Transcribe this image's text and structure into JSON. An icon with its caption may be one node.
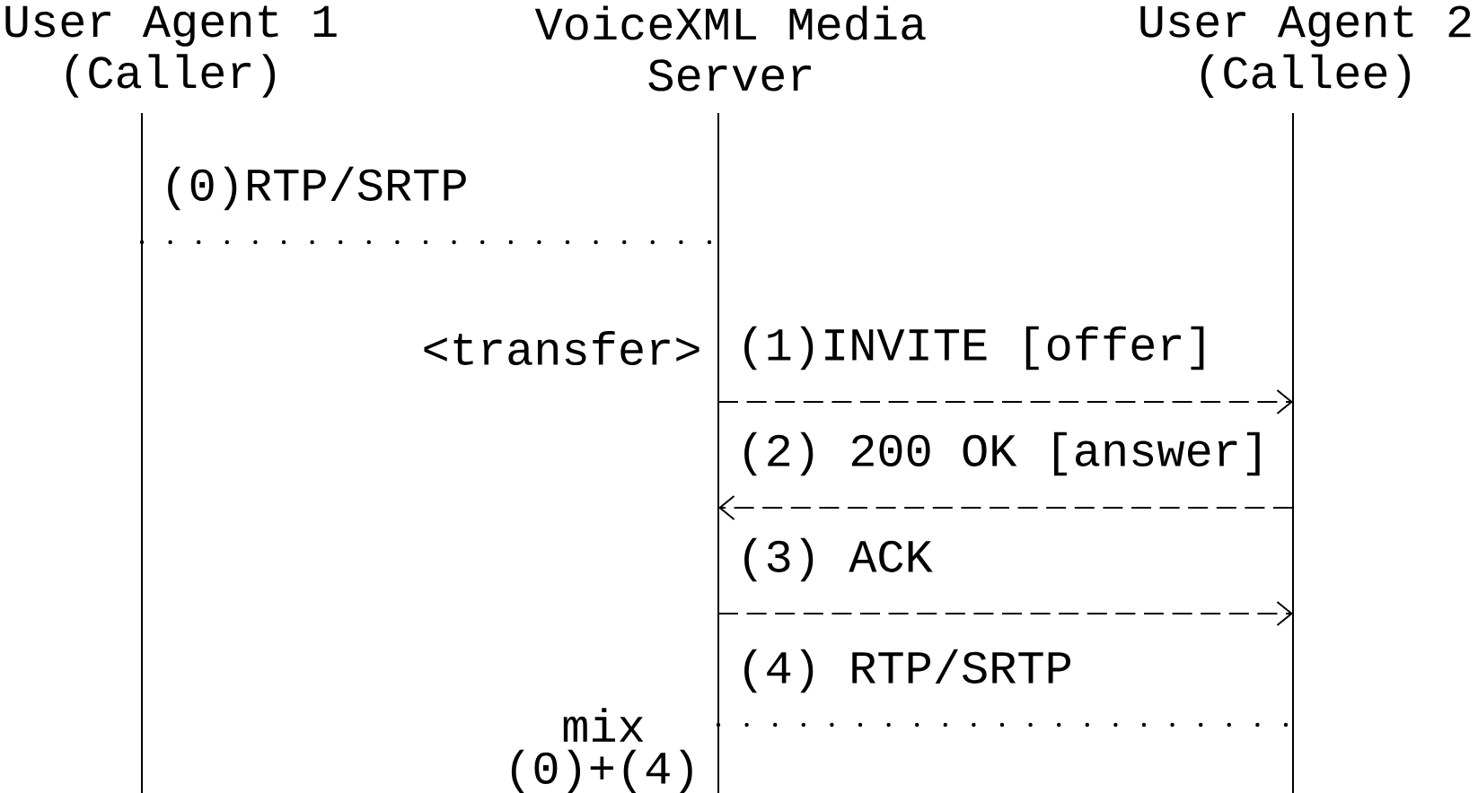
{
  "diagram": {
    "nodes": [
      {
        "text": [
          "User Agent 1 (Caller)"
        ]
      },
      {
        "text": [
          "VoiceXML Media Server"
        ]
      },
      {
        "text": [
          "User Agent 2 (Callee)"
        ]
      }
    ],
    "edges": [
      {
        "from": 0,
        "to": 1,
        "arrow": "none",
        "label": "(0)RTP/SRTP"
      },
      {
        "from": 1,
        "to": 2,
        "arrow": "to",
        "label": "(1)INVITE [offer]",
        "style": "dashed"
      },
      {
        "from": 2,
        "to": 1,
        "arrow": "to",
        "label": "(2) 200 OK [answer]",
        "style": "dashed"
      },
      {
        "from": 1,
        "to": 2,
        "arrow": "to",
        "label": "(3) ACK",
        "style": "dashed"
      },
      {
        "from": 1,
        "to": 2,
        "arrow": "none",
        "label": "(4) RTP/SRTP"
      }
    ],
    "labels": [
      "<transfer>",
      "mix",
      "(0)+(4)"
    ]
  }
}
